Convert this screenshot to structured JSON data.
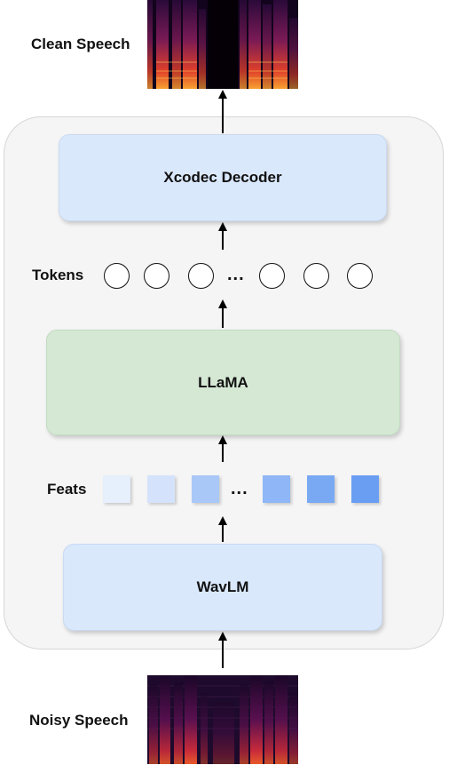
{
  "labels": {
    "clean_speech": "Clean Speech",
    "noisy_speech": "Noisy Speech",
    "tokens": "Tokens",
    "feats": "Feats",
    "ellipsis": "..."
  },
  "blocks": {
    "decoder": "Xcodec Decoder",
    "llama": "LLaMA",
    "wavlm": "WavLM"
  },
  "colors": {
    "panel": "#f5f5f5",
    "blue_block": "#dae8fc",
    "green_block": "#d5e8d4",
    "feat_gradient": [
      "#e6effc",
      "#d4e3fb",
      "#a9c8f8",
      "#8fb6f6",
      "#7aa9f4",
      "#6a9ef3"
    ]
  }
}
